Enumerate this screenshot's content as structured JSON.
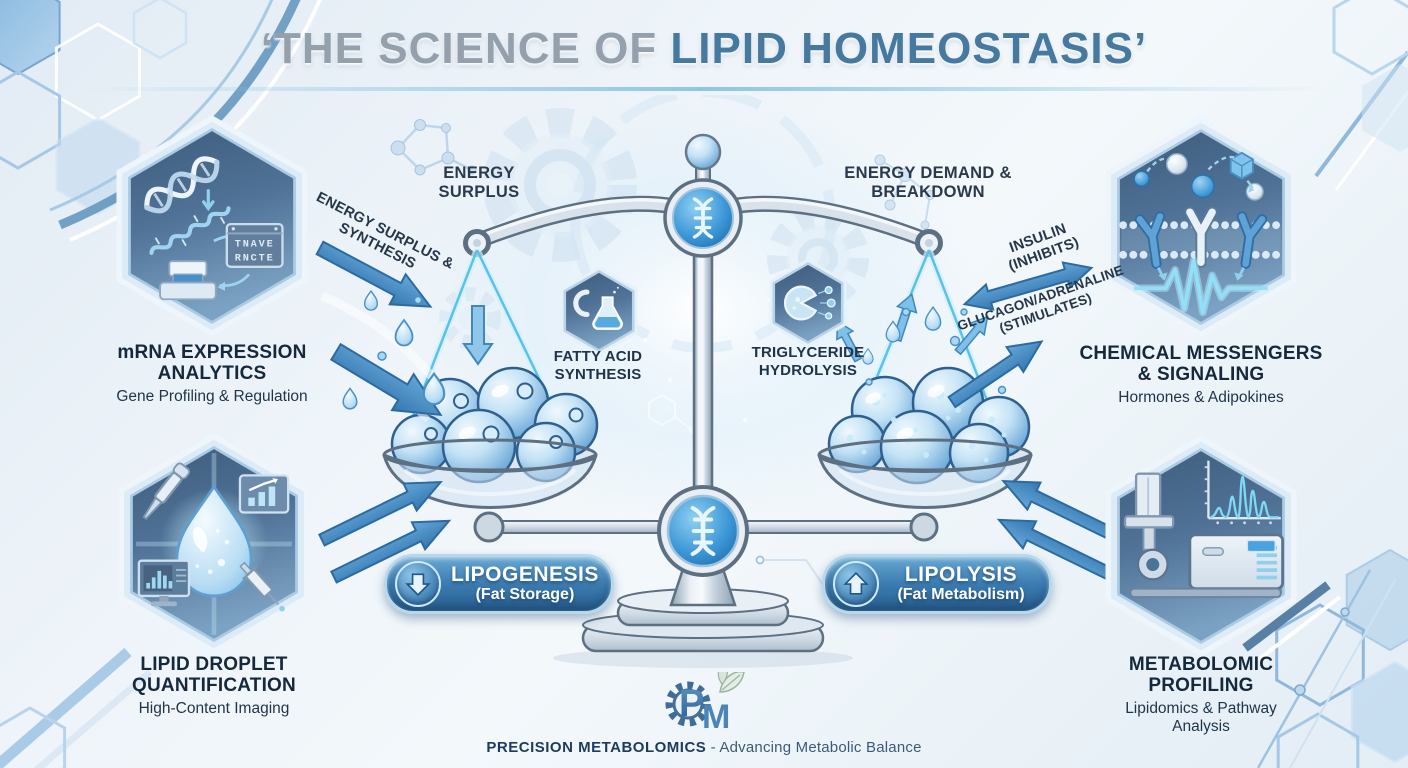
{
  "title": {
    "muted": "‘THE SCIENCE OF",
    "accent": "LIPID HOMEOSTASIS’"
  },
  "modules": [
    {
      "title": "mRNA EXPRESSION ANALYTICS",
      "subtitle": "Gene Profiling & Regulation",
      "icon": "dna-mrna-sequencer-icon",
      "screen_line1": "TNAVE",
      "screen_line2": "RNCTE"
    },
    {
      "title": "LIPID DROPLET QUANTIFICATION",
      "subtitle": "High-Content Imaging",
      "icon": "lipid-droplet-imaging-icon"
    },
    {
      "title": "CHEMICAL MESSENGERS & SIGNALING",
      "subtitle": "Hormones & Adipokines",
      "icon": "membrane-receptor-signaling-icon"
    },
    {
      "title": "METABOLOMIC PROFILING",
      "subtitle": "Lipidomics & Pathway Analysis",
      "icon": "chromatograph-instrument-icon"
    }
  ],
  "balance": {
    "left": {
      "condition": "ENERGY SURPLUS",
      "flow": "ENERGY SURPLUS & SYNTHESIS",
      "process": "FATTY ACID SYNTHESIS",
      "badge_name": "LIPOGENESIS",
      "badge_qualifier": "(Fat Storage)"
    },
    "right": {
      "condition": "ENERGY DEMAND & BREAKDOWN",
      "hormone_inhibit": "INSULIN (INHIBITS)",
      "hormone_stimulate": "GLUCAGON/ADRENALINE (STIMULATES)",
      "process": "TRIGLYCERIDE HYDROLYSIS",
      "badge_name": "LIPOLYSIS",
      "badge_qualifier": "(Fat Metabolism)"
    }
  },
  "footer": {
    "monogram_p": "P",
    "monogram_m": "M",
    "brand": "PRECISION METABOLOMICS",
    "separator": "-",
    "tagline": "Advancing Metabolic Balance"
  },
  "colors": {
    "accent_blue": "#45799f",
    "deep_blue": "#285f8f",
    "cyan": "#8fd8f4",
    "navy_text": "#16283c"
  }
}
